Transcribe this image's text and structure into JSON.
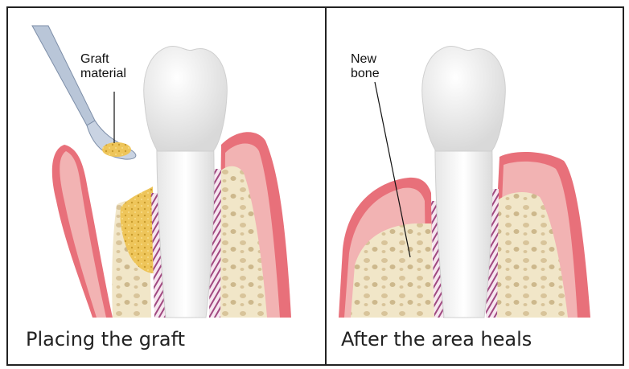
{
  "panels": [
    {
      "caption": "Placing the graft",
      "labels": [
        "Graft",
        "material"
      ]
    },
    {
      "caption": "After the area heals",
      "labels": [
        "New",
        "bone"
      ]
    }
  ],
  "colors": {
    "gum": "#e8707a",
    "gum_light": "#f2b3b3",
    "bone": "#f1e6c8",
    "graft": "#eec55a",
    "tooth": "#f4f4f4",
    "ligament": "#a04880",
    "border": "#222222"
  }
}
